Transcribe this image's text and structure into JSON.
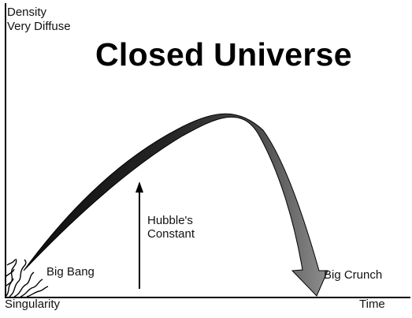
{
  "title": "Closed Universe",
  "y_axis": {
    "label_line1": "Density",
    "label_line2": "Very Diffuse"
  },
  "x_axis": {
    "start_label": "Singularity",
    "end_label": "Time"
  },
  "annotations": {
    "big_bang": "Big Bang",
    "big_crunch": "Big Crunch",
    "hubble_line1": "Hubble's",
    "hubble_line2": "Constant"
  },
  "colors": {
    "curve_dark": "#0e0e0e",
    "curve_light": "#8a8a8a",
    "axis": "#000000"
  }
}
